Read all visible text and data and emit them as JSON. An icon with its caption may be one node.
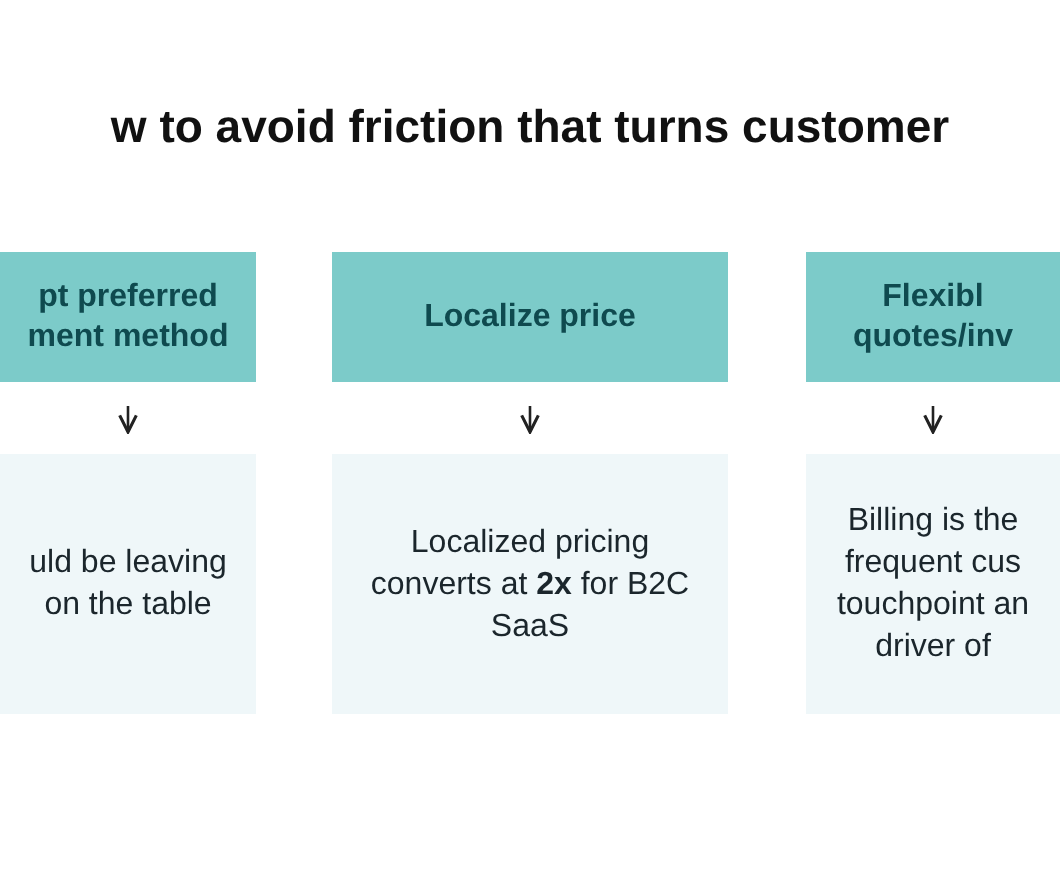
{
  "diagram": {
    "title": "w to avoid friction that turns customer",
    "nodes": [
      {
        "text": [
          "pt preferred ment method"
        ]
      },
      {
        "text": [
          "Localize price"
        ]
      },
      {
        "text": [
          "Flexibl quotes/inv"
        ]
      },
      {
        "text": [
          "uld be leaving on the table"
        ]
      },
      {
        "text": [
          "Localized pricing converts at **2x** for B2C SaaS"
        ]
      },
      {
        "text": [
          "Billing is the frequent cus touchpoint an driver of"
        ]
      }
    ],
    "edges": [
      {
        "from": 0,
        "to": 3,
        "arrow": "to"
      },
      {
        "from": 1,
        "to": 4,
        "arrow": "to"
      },
      {
        "from": 2,
        "to": 5,
        "arrow": "to"
      }
    ]
  }
}
